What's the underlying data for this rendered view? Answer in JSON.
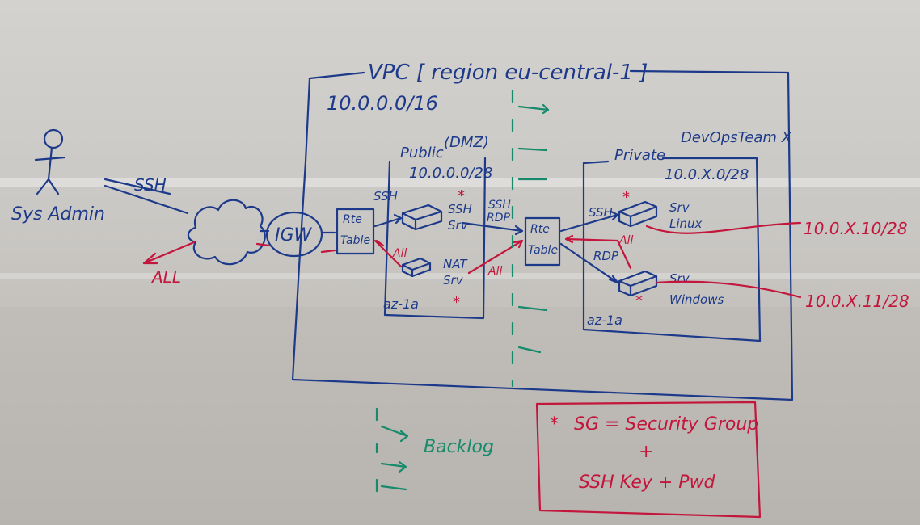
{
  "vpc": {
    "title": "VPC [ region eu-central-1 ]",
    "cidr": "10.0.0.0/16"
  },
  "actor": {
    "label": "Sys Admin",
    "ssh_label": "SSH",
    "all_label": "ALL"
  },
  "igw": {
    "label": "IGW"
  },
  "public_subnet": {
    "title": "Public",
    "dmz": "(DMZ)",
    "cidr": "10.0.0.0/28",
    "ssh_label": "SSH",
    "rte_table": [
      "Rte",
      "Table"
    ],
    "ssh_server": [
      "SSH",
      "Srv"
    ],
    "nat_server": [
      "NAT",
      "Srv"
    ],
    "all_label": "All",
    "az": "az-1a"
  },
  "middle": {
    "ssh_label": "SSH",
    "rdp_label": "RDP",
    "all_label": "All"
  },
  "private_subnet": {
    "title": "Private",
    "team": "DevOpsTeam X",
    "cidr": "10.0.X.0/28",
    "rte_table": [
      "Rte",
      "Table"
    ],
    "ssh_label": "SSH",
    "rdp_label": "RDP",
    "all_label": "All",
    "linux_server": [
      "Srv",
      "Linux"
    ],
    "windows_server": [
      "Srv",
      "Windows"
    ],
    "az": "az-1a"
  },
  "subnets": {
    "linux": "10.0.X.10/28",
    "windows": "10.0.X.11/28"
  },
  "backlog": {
    "label": "Backlog"
  },
  "legend": {
    "star": "*",
    "line1": "SG = Security Group",
    "plus": "+",
    "line2": "SSH Key + Pwd"
  },
  "colors": {
    "blue_marker": "#1d3a8a",
    "red_marker": "#c3163c",
    "green_marker": "#168a6a"
  }
}
